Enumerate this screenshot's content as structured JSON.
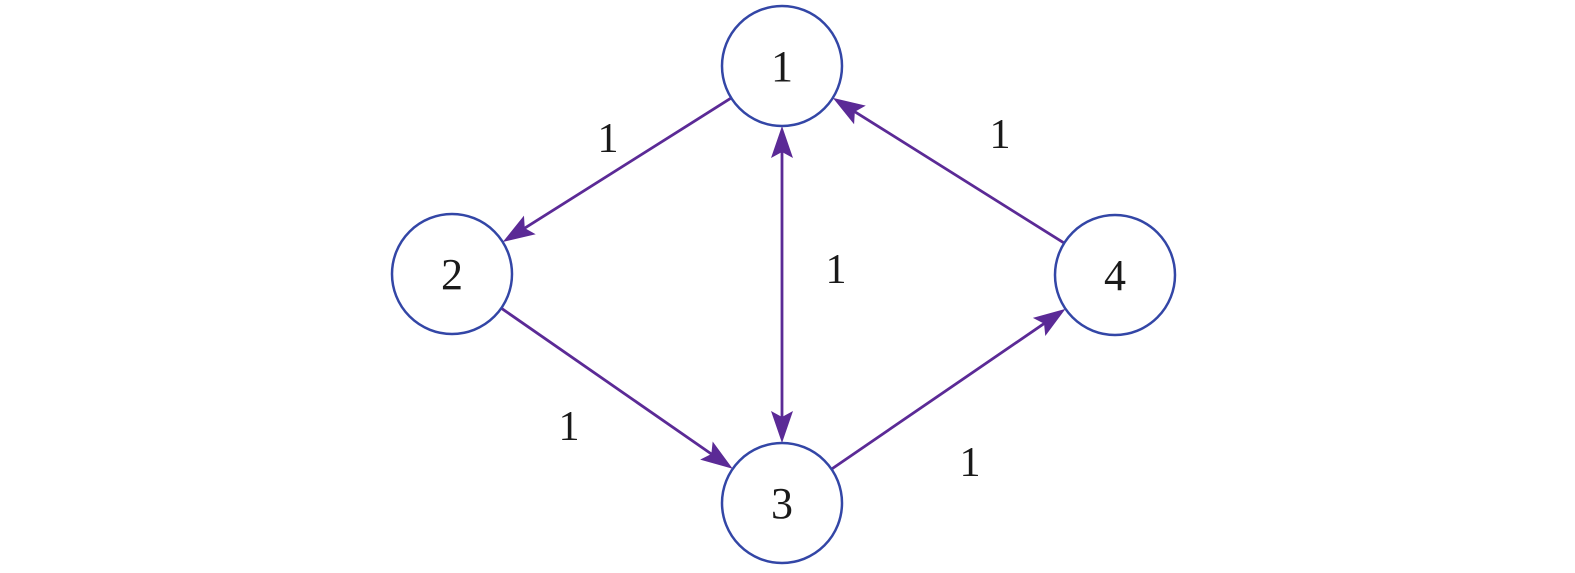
{
  "colors": {
    "node_stroke": "#3346a6",
    "edge": "#5b2a96",
    "text": "#1a1a1a",
    "background": "#ffffff"
  },
  "nodes": [
    {
      "id": "1",
      "label": "1"
    },
    {
      "id": "2",
      "label": "2"
    },
    {
      "id": "3",
      "label": "3"
    },
    {
      "id": "4",
      "label": "4"
    }
  ],
  "edges": [
    {
      "from": "1",
      "to": "2",
      "weight": "1",
      "bidirectional": false
    },
    {
      "from": "2",
      "to": "3",
      "weight": "1",
      "bidirectional": false
    },
    {
      "from": "1",
      "to": "3",
      "weight": "1",
      "bidirectional": true
    },
    {
      "from": "3",
      "to": "4",
      "weight": "1",
      "bidirectional": false
    },
    {
      "from": "4",
      "to": "1",
      "weight": "1",
      "bidirectional": false
    }
  ]
}
